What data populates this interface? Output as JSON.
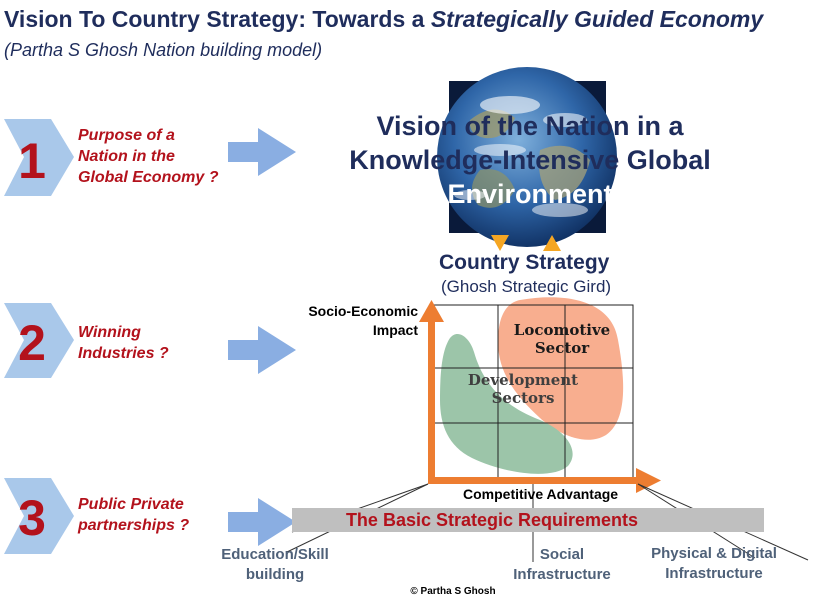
{
  "header": {
    "title_main": "Vision To Country Strategy: Towards a ",
    "title_emph": "Strategically Guided Economy",
    "subtitle": "(Partha S Ghosh Nation building model)"
  },
  "steps": [
    {
      "number": "1",
      "line1": "Purpose of a",
      "line2": "Nation in the",
      "line3": "Global Economy ?"
    },
    {
      "number": "2",
      "line1": "Winning",
      "line2": "Industries ?",
      "line3": ""
    },
    {
      "number": "3",
      "line1": "Public Private",
      "line2": "partnerships ?",
      "line3": ""
    }
  ],
  "vision": {
    "line1": "Vision of the Nation in a",
    "line2": "Knowledge-Intensive Global",
    "line3": "Environment"
  },
  "strategy": {
    "title": "Country Strategy",
    "subtitle": "(Ghosh Strategic Gird)",
    "y_axis_line1": "Socio-Economic",
    "y_axis_line2": "Impact",
    "x_axis": "Competitive Advantage",
    "locomotive_line1": "Locomotive",
    "locomotive_line2": "Sector",
    "development_line1": "Development",
    "development_line2": "Sectors"
  },
  "requirements": {
    "bar_label": "The Basic Strategic Requirements",
    "education_line1": "Education/Skill",
    "education_line2": "building",
    "social_line1": "Social",
    "social_line2": "Infrastructure",
    "physical_line1": "Physical & Digital",
    "physical_line2": "Infrastructure"
  },
  "footer": {
    "copyright": "© Partha S Ghosh"
  },
  "colors": {
    "navy": "#1f2d5c",
    "red": "#b3121c",
    "chevron": "#a9c8ea",
    "arrow_blue": "#8aaee2",
    "orange": "#ed7d31",
    "arrow_orange": "#f5a623",
    "locomotive_fill": "#f8ae8f",
    "development_fill": "#9cc5a9",
    "bar_gray": "#bfbfbf",
    "label_gray": "#4f6179"
  }
}
